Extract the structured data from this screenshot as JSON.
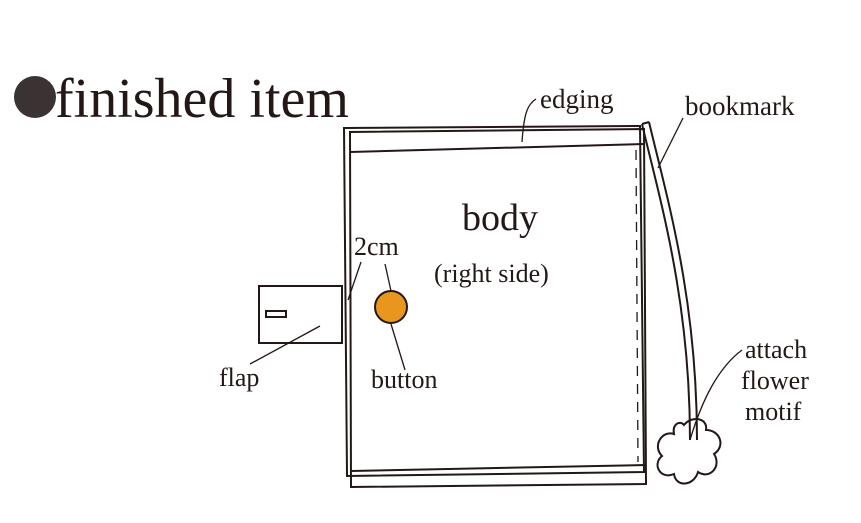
{
  "title": "finished item",
  "labels": {
    "edging": "edging",
    "bookmark": "bookmark",
    "body": "body",
    "right_side": "(right side)",
    "width_2cm": "2cm",
    "button": "button",
    "flap": "flap",
    "attach_line1": "attach",
    "attach_line2": "flower",
    "attach_line3": "motif"
  },
  "colors": {
    "ink": "#231815",
    "button_fill": "#e8961e",
    "bullet": "#3a3233"
  }
}
